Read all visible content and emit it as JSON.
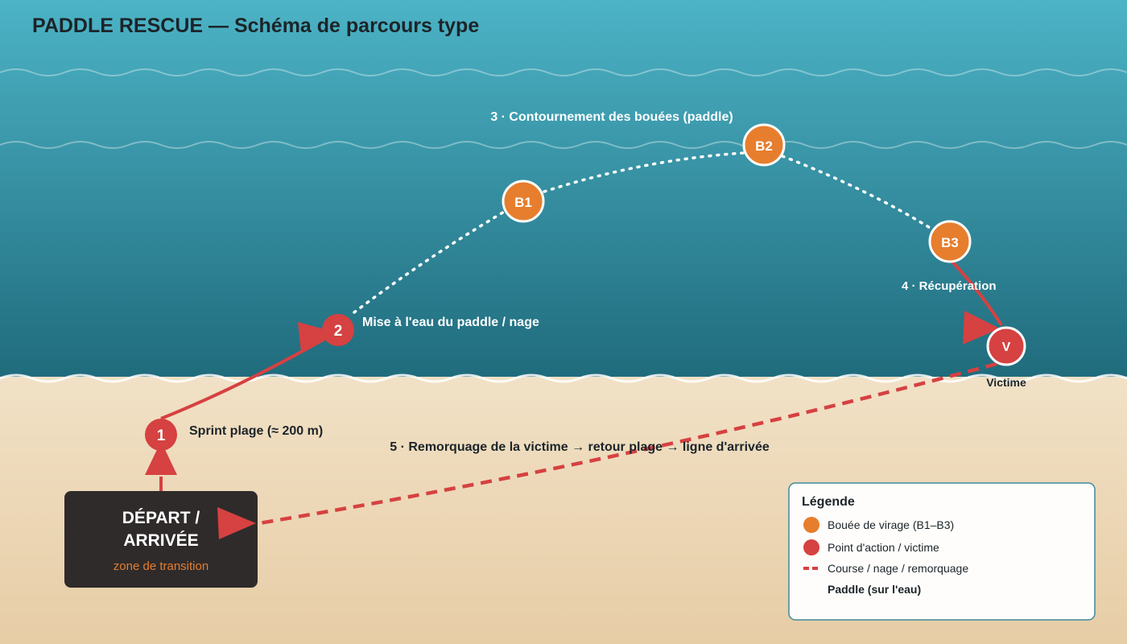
{
  "title": "PADDLE RESCUE — Schéma de parcours type",
  "colors": {
    "water_top": "#4cb3c6",
    "water_bottom": "#1f6b7c",
    "sand_top": "#f1e1c6",
    "sand_bottom": "#e7cda6",
    "buoy": "#e67e2e",
    "action": "#d64141",
    "dark_box": "#2f2b2b",
    "accent_text": "#e67e2e"
  },
  "start_box": {
    "line1": "DÉPART /",
    "line2": "ARRIVÉE",
    "subtitle": "zone de transition"
  },
  "points": {
    "p1": "1",
    "p2": "2",
    "b1": "B1",
    "b2": "B2",
    "b3": "B3",
    "v": "V"
  },
  "labels": {
    "sprint": "Sprint plage (≈ 200 m)",
    "mise_a_l_eau": "Mise à l'eau du paddle / nage",
    "contournement": "3 · Contournement des bouées (paddle)",
    "recuperation": "4 · Récupération",
    "victime": "Victime",
    "remorquage": "5 · Remorquage de la victime → retour plage → ligne d'arrivée"
  },
  "legend": {
    "title": "Légende",
    "buoy": "Bouée de virage (B1–B3)",
    "action": "Point d'action / victime",
    "course": "Course / nage / remorquage",
    "paddle": "Paddle (sur l'eau)"
  }
}
